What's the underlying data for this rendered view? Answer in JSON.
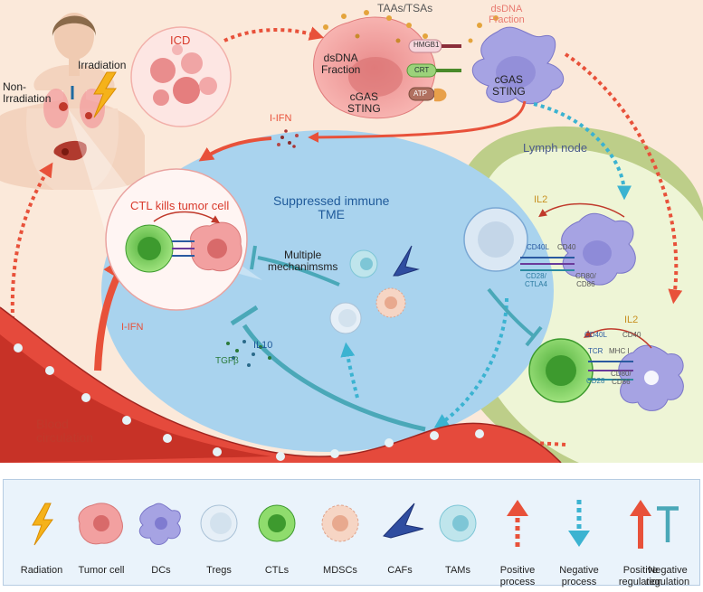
{
  "diagram": {
    "labels": {
      "non_irradiation": "Non-\nIrradiation",
      "irradiation": "Irradiation",
      "icd": "ICD",
      "taas_tsas": "TAAs/TSAs",
      "dsdna_fraction_tumor": "dsDNA\nFraction",
      "dsdna_fraction_dc": "dsDNA\nFraction",
      "cgas_sting_tumor": "cGAS\nSTING",
      "cgas_sting_dc": "cGAS\nSTING",
      "hmgb1": "HMGB1",
      "crt": "CRT",
      "atp": "ATP",
      "ifn_top": "I-IFN",
      "ifn_left": "I-IFN",
      "lymph_node": "Lymph node",
      "il2_top": "IL2",
      "il2_bottom": "IL2",
      "cd40l_top": "CD40L",
      "cd40_top": "CD40",
      "cd28_ctla4": "CD28/\nCTLA4",
      "cd80_cd86_top": "CD80/\nCD86",
      "cd40l_bottom": "CD40L",
      "cd40_bottom": "CD40",
      "tcr": "TCR",
      "mhc1": "MHC I",
      "cd28": "CD28",
      "cd80_cd86_bottom": "CD80/\nCD86",
      "suppressed_tme": "Suppressed immune\nTME",
      "multiple_mechanisms": "Multiple\nmechanimsms",
      "ctl_kills": "CTL kills tumor cell",
      "il10": "IL10",
      "tgfb": "TGFβ",
      "blood_circulation": "Blood\ncirculation"
    }
  },
  "legend": {
    "items": [
      {
        "label": "Radiation",
        "icon": "lightning-icon"
      },
      {
        "label": "Tumor cell",
        "icon": "tumor-cell-icon"
      },
      {
        "label": "DCs",
        "icon": "dendritic-cell-icon"
      },
      {
        "label": "Tregs",
        "icon": "treg-cell-icon"
      },
      {
        "label": "CTLs",
        "icon": "ctl-cell-icon"
      },
      {
        "label": "MDSCs",
        "icon": "mdsc-cell-icon"
      },
      {
        "label": "CAFs",
        "icon": "caf-cell-icon"
      },
      {
        "label": "TAMs",
        "icon": "tam-cell-icon"
      },
      {
        "label": "Positive\nprocess",
        "icon": "dashed-red-arrow-icon"
      },
      {
        "label": "Negative\nprocess",
        "icon": "dashed-blue-arrow-icon"
      },
      {
        "label": "Positive\nregulation",
        "icon": "solid-red-arrow-icon"
      },
      {
        "label": "Negative\nregulation",
        "icon": "inhibition-bar-icon"
      }
    ]
  },
  "colors": {
    "background": "#fbe9da",
    "tme": "#a9d3ee",
    "tumor": "#f4a3a3",
    "dc": "#a6a3e3",
    "ctl": "#7ccf5e",
    "lymph": "#b8cf87",
    "positive": "#e8513a",
    "negative": "#3bb3d1",
    "inhibition": "#4aa8b8"
  }
}
